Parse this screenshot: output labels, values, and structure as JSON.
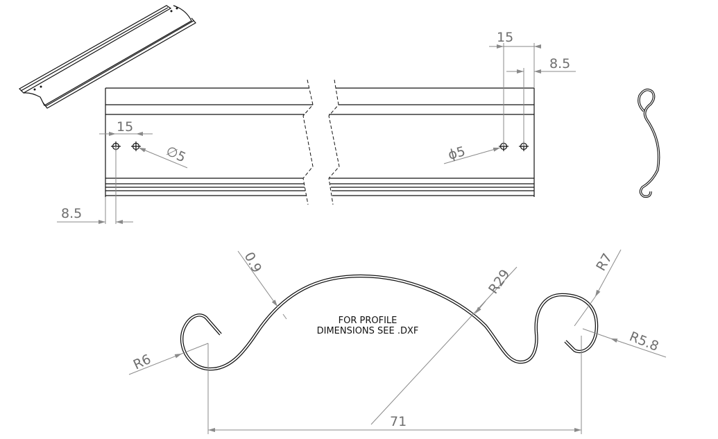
{
  "front_view": {
    "left_hole_spacing": "15",
    "left_edge_offset": "8.5",
    "left_hole_diameter": "∅5",
    "right_hole_spacing": "15",
    "right_edge_offset": "8.5",
    "right_hole_diameter": "ϕ5"
  },
  "profile_view": {
    "note_line1": "FOR PROFILE",
    "note_line2": "DIMENSIONS SEE .DXF",
    "thickness": "0.9",
    "radius_main": "R29",
    "radius_left_hook": "R6",
    "radius_right_outer": "R7",
    "radius_right_inner": "R5.8",
    "overall_width": "71"
  },
  "colors": {
    "line": "#111111",
    "dimension": "#6e6e6e"
  }
}
